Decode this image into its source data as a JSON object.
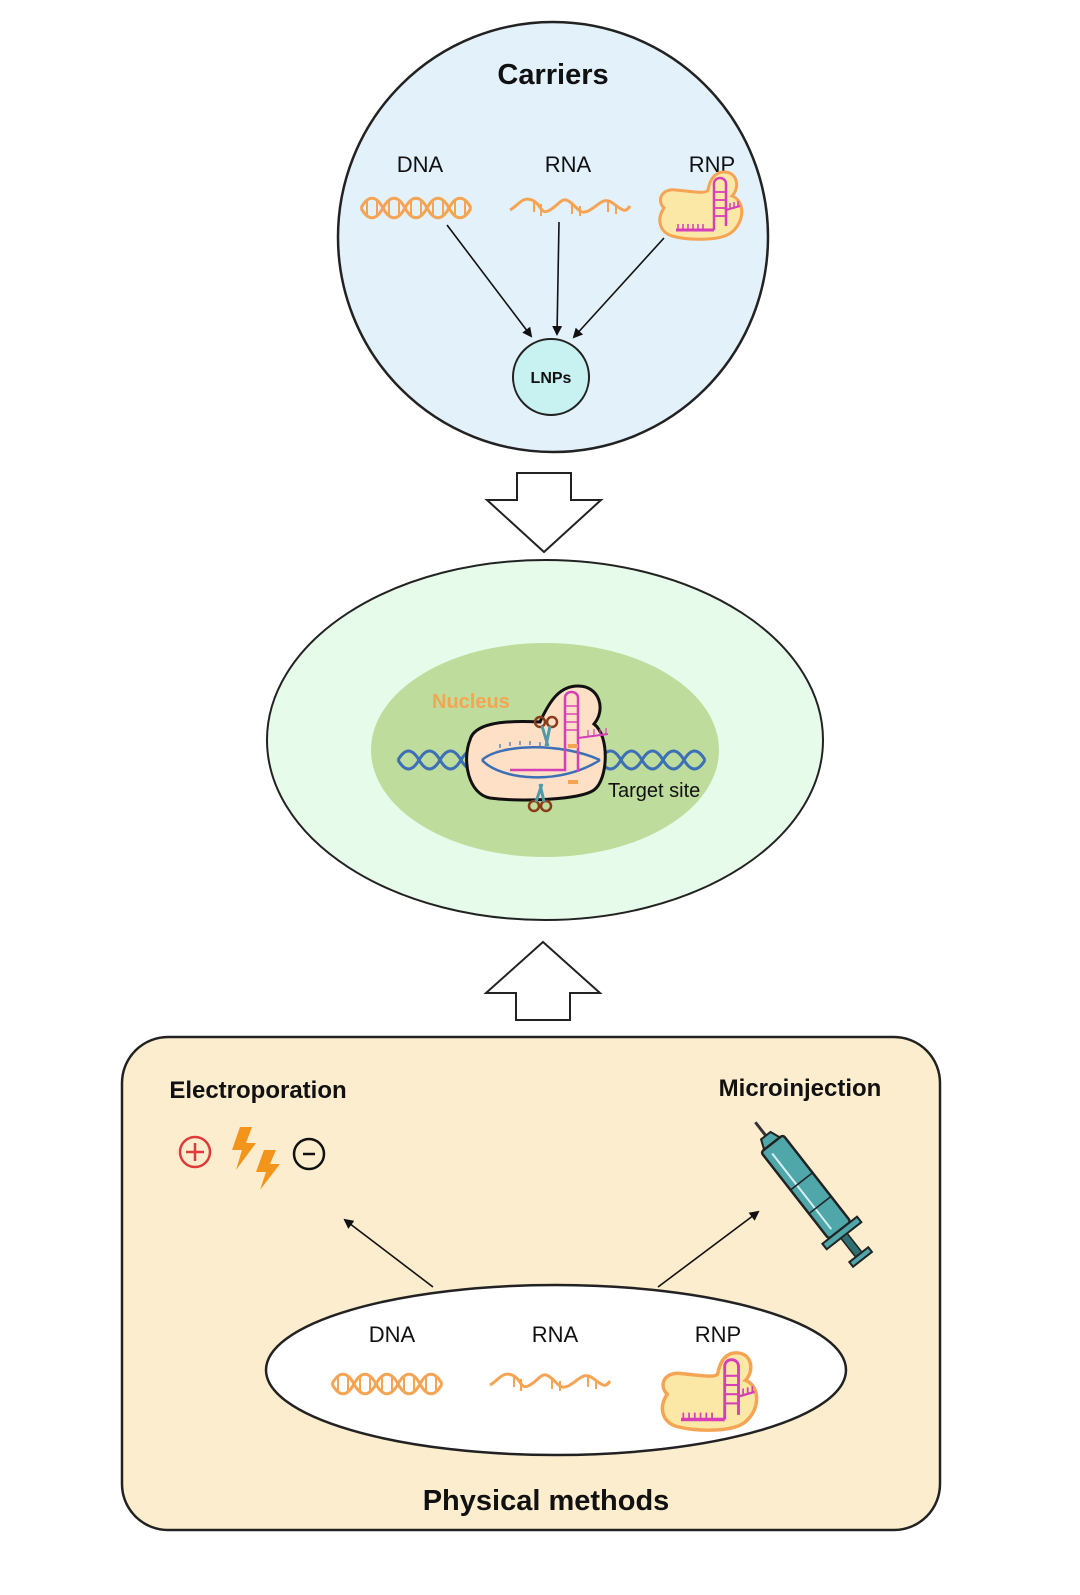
{
  "carriers": {
    "title": "Carriers",
    "items": [
      "DNA",
      "RNA",
      "RNP"
    ],
    "target": "LNPs"
  },
  "cell": {
    "nucleus_label": "Nucleus",
    "target_label": "Target site"
  },
  "physical": {
    "title": "Physical methods",
    "electroporation": "Electroporation",
    "microinjection": "Microinjection",
    "items": [
      "DNA",
      "RNA",
      "RNP"
    ]
  },
  "colors": {
    "carriers_fill": "#e3f1fb",
    "lnp_fill": "#c8f2f2",
    "cell_fill": "#e6fbe9",
    "nucleus_fill": "#bedc9c",
    "physical_fill": "#fcedcf",
    "orange": "#f5a453",
    "magenta": "#d63fb8",
    "dna_blue": "#3c6fb6",
    "plus_red": "#e03a3a",
    "bolt": "#f3941b",
    "syringe": "#4fa7aa"
  }
}
